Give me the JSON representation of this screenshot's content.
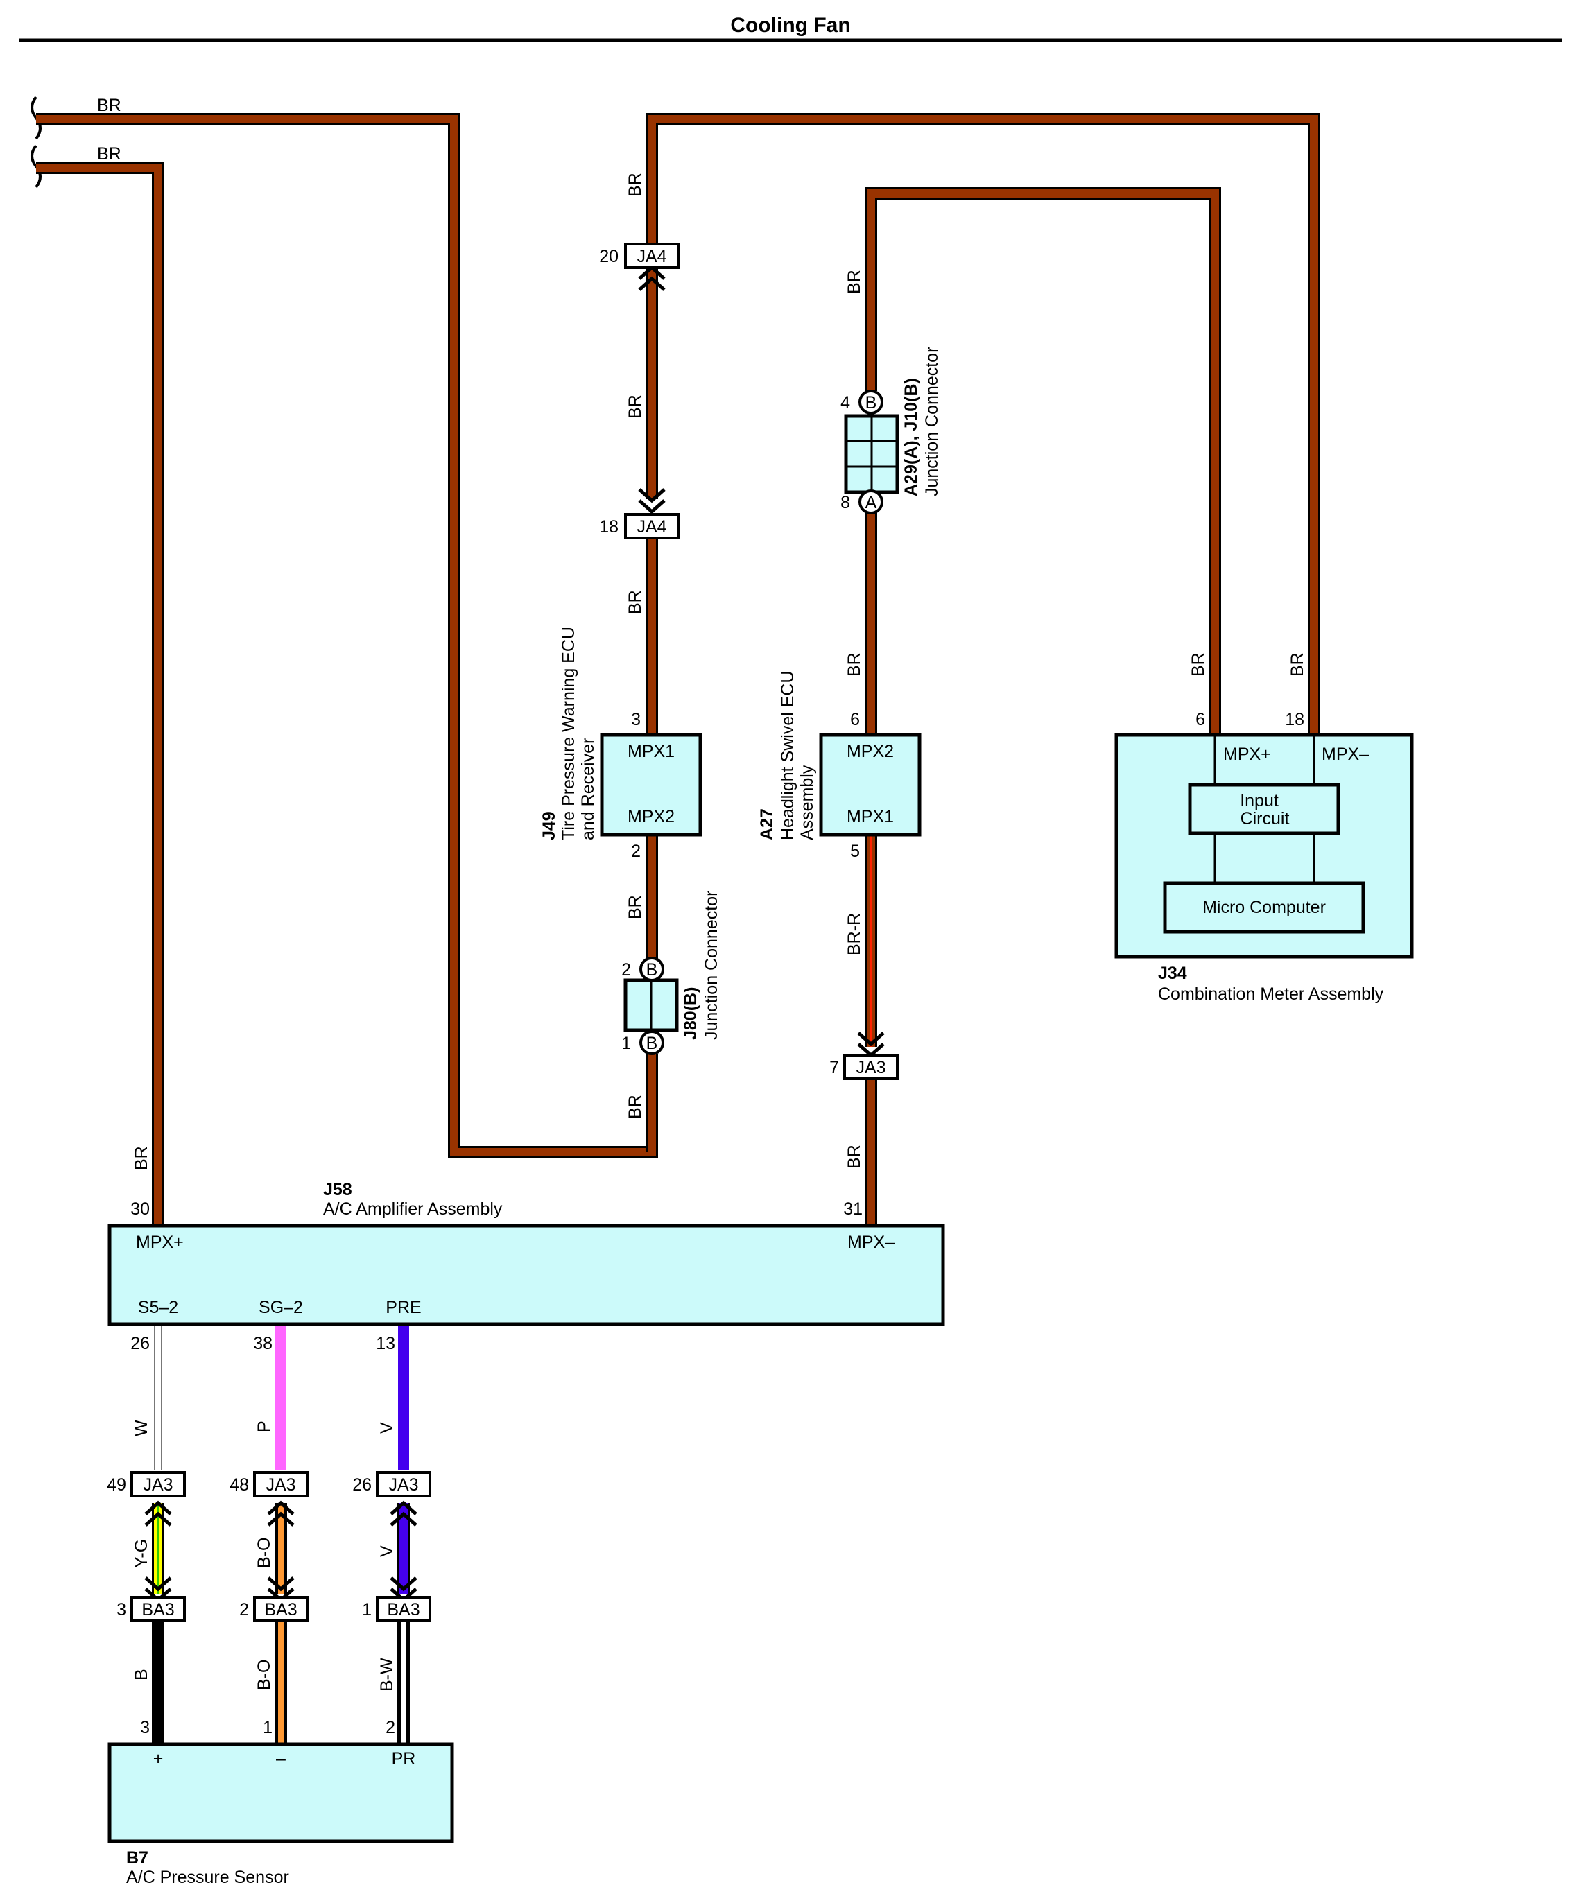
{
  "title": "Cooling Fan",
  "colors": {
    "BR": "#993300",
    "W": "#ffffff",
    "P": "#ff66ff",
    "V": "#4400ee",
    "B": "#000000",
    "R": "#ff2200",
    "G": "#33cc00",
    "Y": "#ffff00",
    "O": "#ff9933",
    "box_fill": "#ccfafa"
  },
  "wire_labels": {
    "top1": "BR",
    "top2": "BR",
    "j58_mpx_plus": "BR",
    "ja4_upper": "BR",
    "ja4_between": "BR",
    "ja4_to_j49": "BR",
    "j49_to_j80": "BR",
    "j80_to_bottom": "BR",
    "a29_upper": "BR",
    "a29_to_a27": "BR",
    "a27_to_ja3": "BR-R",
    "ja3_to_j58": "BR",
    "j34_mpx_plus": "BR",
    "j34_mpx_minus": "BR",
    "s5_wire": "W",
    "sg_wire": "P",
    "pre_wire": "V",
    "yg_wire": "Y-G",
    "bo_wire_upper": "B-O",
    "v_wire_lower": "V",
    "b_wire": "B",
    "bo_wire_lower": "B-O",
    "bw_wire": "B-W"
  },
  "connectors": {
    "ja4_top": {
      "code": "JA4",
      "pin": "20"
    },
    "ja4_bottom": {
      "code": "JA4",
      "pin": "18"
    },
    "ja3_mid": {
      "code": "JA3",
      "pin": "7"
    },
    "ja3_a": {
      "code": "JA3",
      "pin": "49"
    },
    "ja3_b": {
      "code": "JA3",
      "pin": "48"
    },
    "ja3_c": {
      "code": "JA3",
      "pin": "26"
    },
    "ba3_a": {
      "code": "BA3",
      "pin": "3"
    },
    "ba3_b": {
      "code": "BA3",
      "pin": "2"
    },
    "ba3_c": {
      "code": "BA3",
      "pin": "1"
    }
  },
  "components": {
    "j49": {
      "code": "J49",
      "name_line1": "Tire Pressure Warning ECU",
      "name_line2": "and Receiver",
      "term_top": "MPX1",
      "term_bottom": "MPX2",
      "pin_top": "3",
      "pin_bottom": "2"
    },
    "a27": {
      "code": "A27",
      "name_line1": "Headlight Swivel ECU",
      "name_line2": "Assembly",
      "term_top": "MPX2",
      "term_bottom": "MPX1",
      "pin_top": "6",
      "pin_bottom": "5"
    },
    "j80": {
      "code": "J80(B)",
      "name": "Junction Connector",
      "pin_top": "2",
      "pin_bottom": "1",
      "letter_top": "B",
      "letter_bottom": "B"
    },
    "a29": {
      "code": "A29(A), J10(B)",
      "name": "Junction Connector",
      "pin_top": "4",
      "pin_bottom": "8",
      "letter_top": "B",
      "letter_bottom": "A"
    },
    "j34": {
      "code": "J34",
      "name": "Combination Meter Assembly",
      "term_plus": "MPX+",
      "term_minus": "MPX–",
      "pin_plus": "6",
      "pin_minus": "18",
      "input_line1": "Input",
      "input_line2": "Circuit",
      "micro": "Micro Computer"
    },
    "j58": {
      "code": "J58",
      "name": "A/C Amplifier Assembly",
      "term_mpx_plus": "MPX+",
      "term_mpx_minus": "MPX–",
      "term_s5": "S5–2",
      "term_sg": "SG–2",
      "term_pre": "PRE",
      "pin_mpx_plus": "30",
      "pin_mpx_minus": "31",
      "pin_s5": "26",
      "pin_sg": "38",
      "pin_pre": "13"
    },
    "b7": {
      "code": "B7",
      "name": "A/C Pressure Sensor",
      "term_plus": "+",
      "term_minus": "–",
      "term_pr": "PR",
      "pin_plus": "3",
      "pin_minus": "1",
      "pin_pr": "2"
    }
  }
}
